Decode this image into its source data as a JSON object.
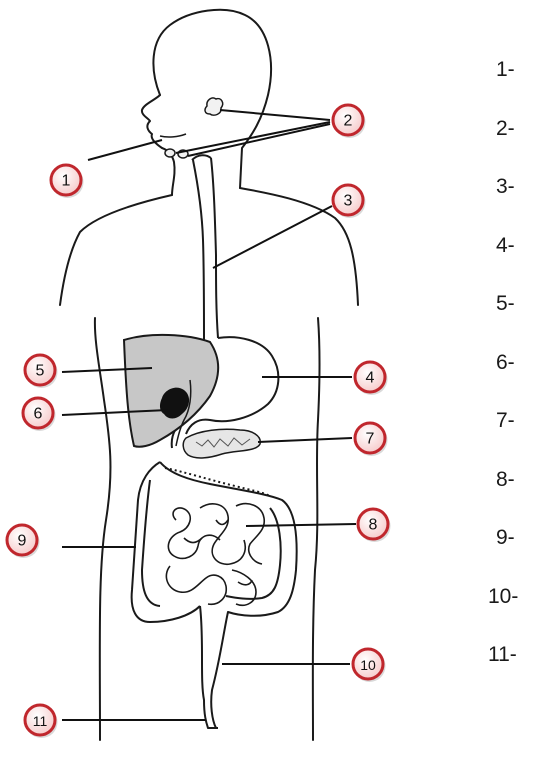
{
  "colors": {
    "outline": "#1a1a1a",
    "liver_fill": "#c7c7c7",
    "gallbladder_fill": "#111111",
    "callout_ring": "#c0272d",
    "callout_inner": "#fbe3e3",
    "leader_line": "#111111"
  },
  "callouts": [
    "1",
    "2",
    "3",
    "4",
    "5",
    "6",
    "7",
    "8",
    "9",
    "10",
    "11"
  ],
  "answer_lines": [
    "1-",
    "2-",
    "3-",
    "4-",
    "5-",
    "6-",
    "7-",
    "8-",
    "9-",
    "10-",
    "11-"
  ]
}
